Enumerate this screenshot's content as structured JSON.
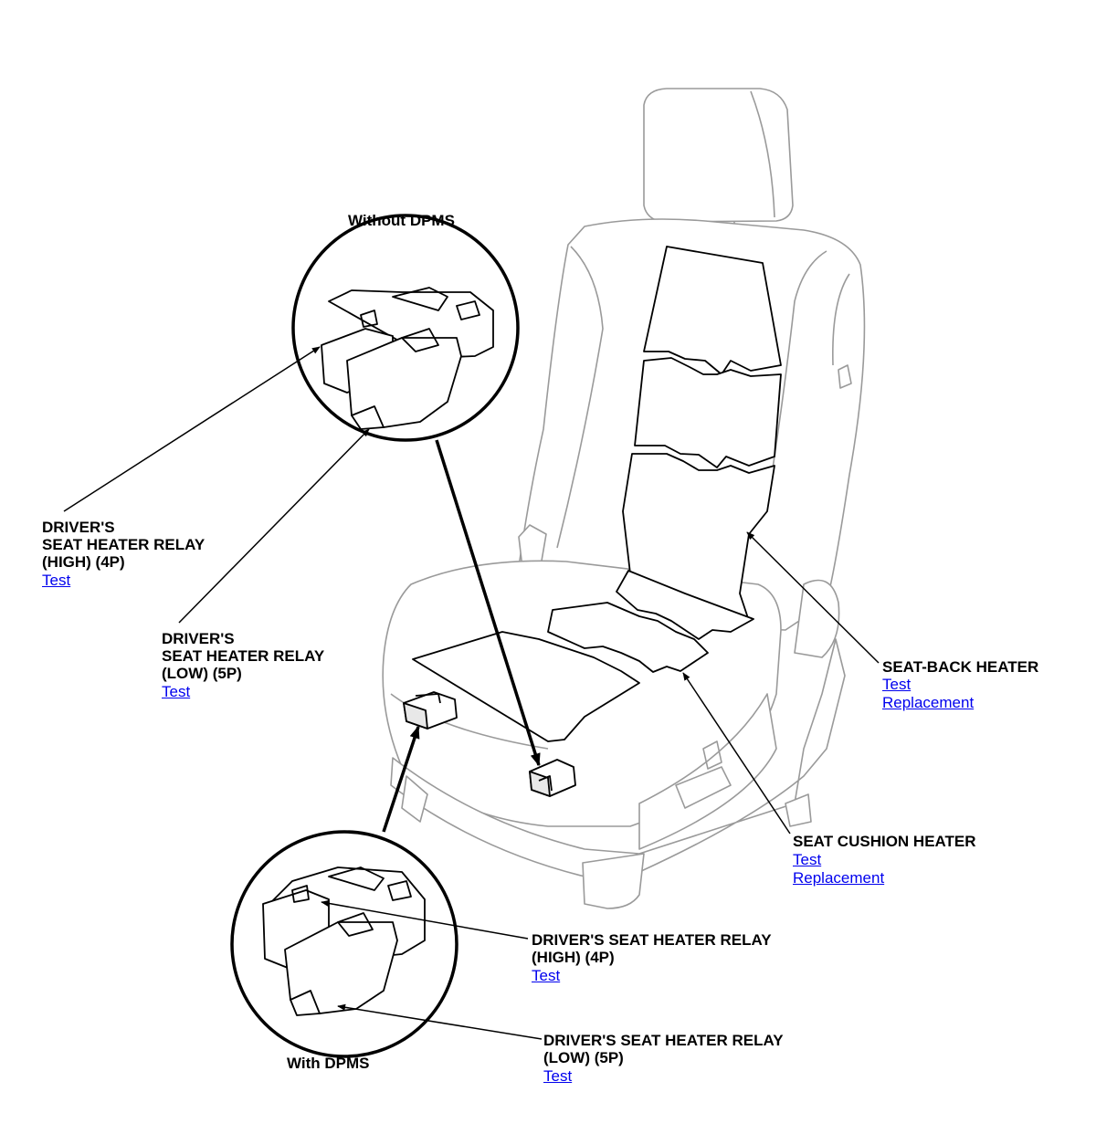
{
  "headings": {
    "without_dpms": "Without DPMS",
    "with_dpms": "With DPMS"
  },
  "callouts": {
    "high_relay_without": {
      "line1": "DRIVER'S",
      "line2": "SEAT HEATER RELAY",
      "line3": "(HIGH) (4P)",
      "test_link": "Test"
    },
    "low_relay_without": {
      "line1": "DRIVER'S",
      "line2": "SEAT HEATER RELAY",
      "line3": "(LOW) (5P)",
      "test_link": "Test"
    },
    "seat_back_heater": {
      "line1": "SEAT-BACK HEATER",
      "test_link": "Test",
      "replacement_link": "Replacement"
    },
    "seat_cushion_heater": {
      "line1": "SEAT CUSHION HEATER",
      "test_link": "Test",
      "replacement_link": "Replacement"
    },
    "high_relay_with": {
      "line1": "DRIVER'S SEAT HEATER RELAY",
      "line2": "(HIGH) (4P)",
      "test_link": "Test"
    },
    "low_relay_with": {
      "line1": "DRIVER'S SEAT HEATER RELAY",
      "line2": "(LOW) (5P)",
      "test_link": "Test"
    }
  },
  "colors": {
    "line": "#000000",
    "seat_outline": "#9a9a9a",
    "link": "#0000ee"
  }
}
